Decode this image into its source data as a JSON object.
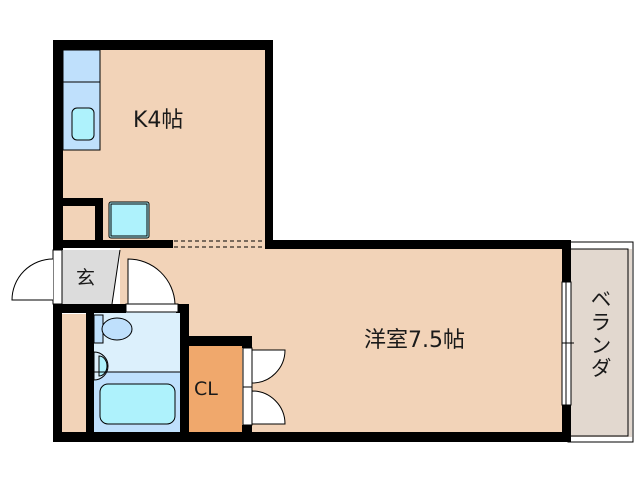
{
  "floor_plan": {
    "rooms": {
      "kitchen": {
        "label": "K4帖",
        "color": "#f2d3b8"
      },
      "western_room": {
        "label": "洋室7.5帖",
        "color": "#f2d3b8"
      },
      "entrance": {
        "label": "玄",
        "color": "#dcdcdc"
      },
      "closet": {
        "label": "CL",
        "color": "#f0a86c"
      },
      "veranda": {
        "label": "ベランダ",
        "color": "#e2d8cf"
      },
      "bathroom": {
        "color": "#dcf0fc"
      },
      "storage_strip": {
        "color": "#f2d3b8"
      }
    },
    "fixtures": {
      "kitchen_counter": {
        "color": "#bfe0fc"
      },
      "sink": {
        "color": "#aef2fc"
      },
      "stove": {
        "color": "#aef2fc"
      },
      "toilet": {
        "color": "#bfe0fc"
      },
      "washbasin": {
        "color": "#aef2fc"
      },
      "bathtub": {
        "color": "#aef2fc"
      }
    },
    "wall_color": "#000000"
  }
}
